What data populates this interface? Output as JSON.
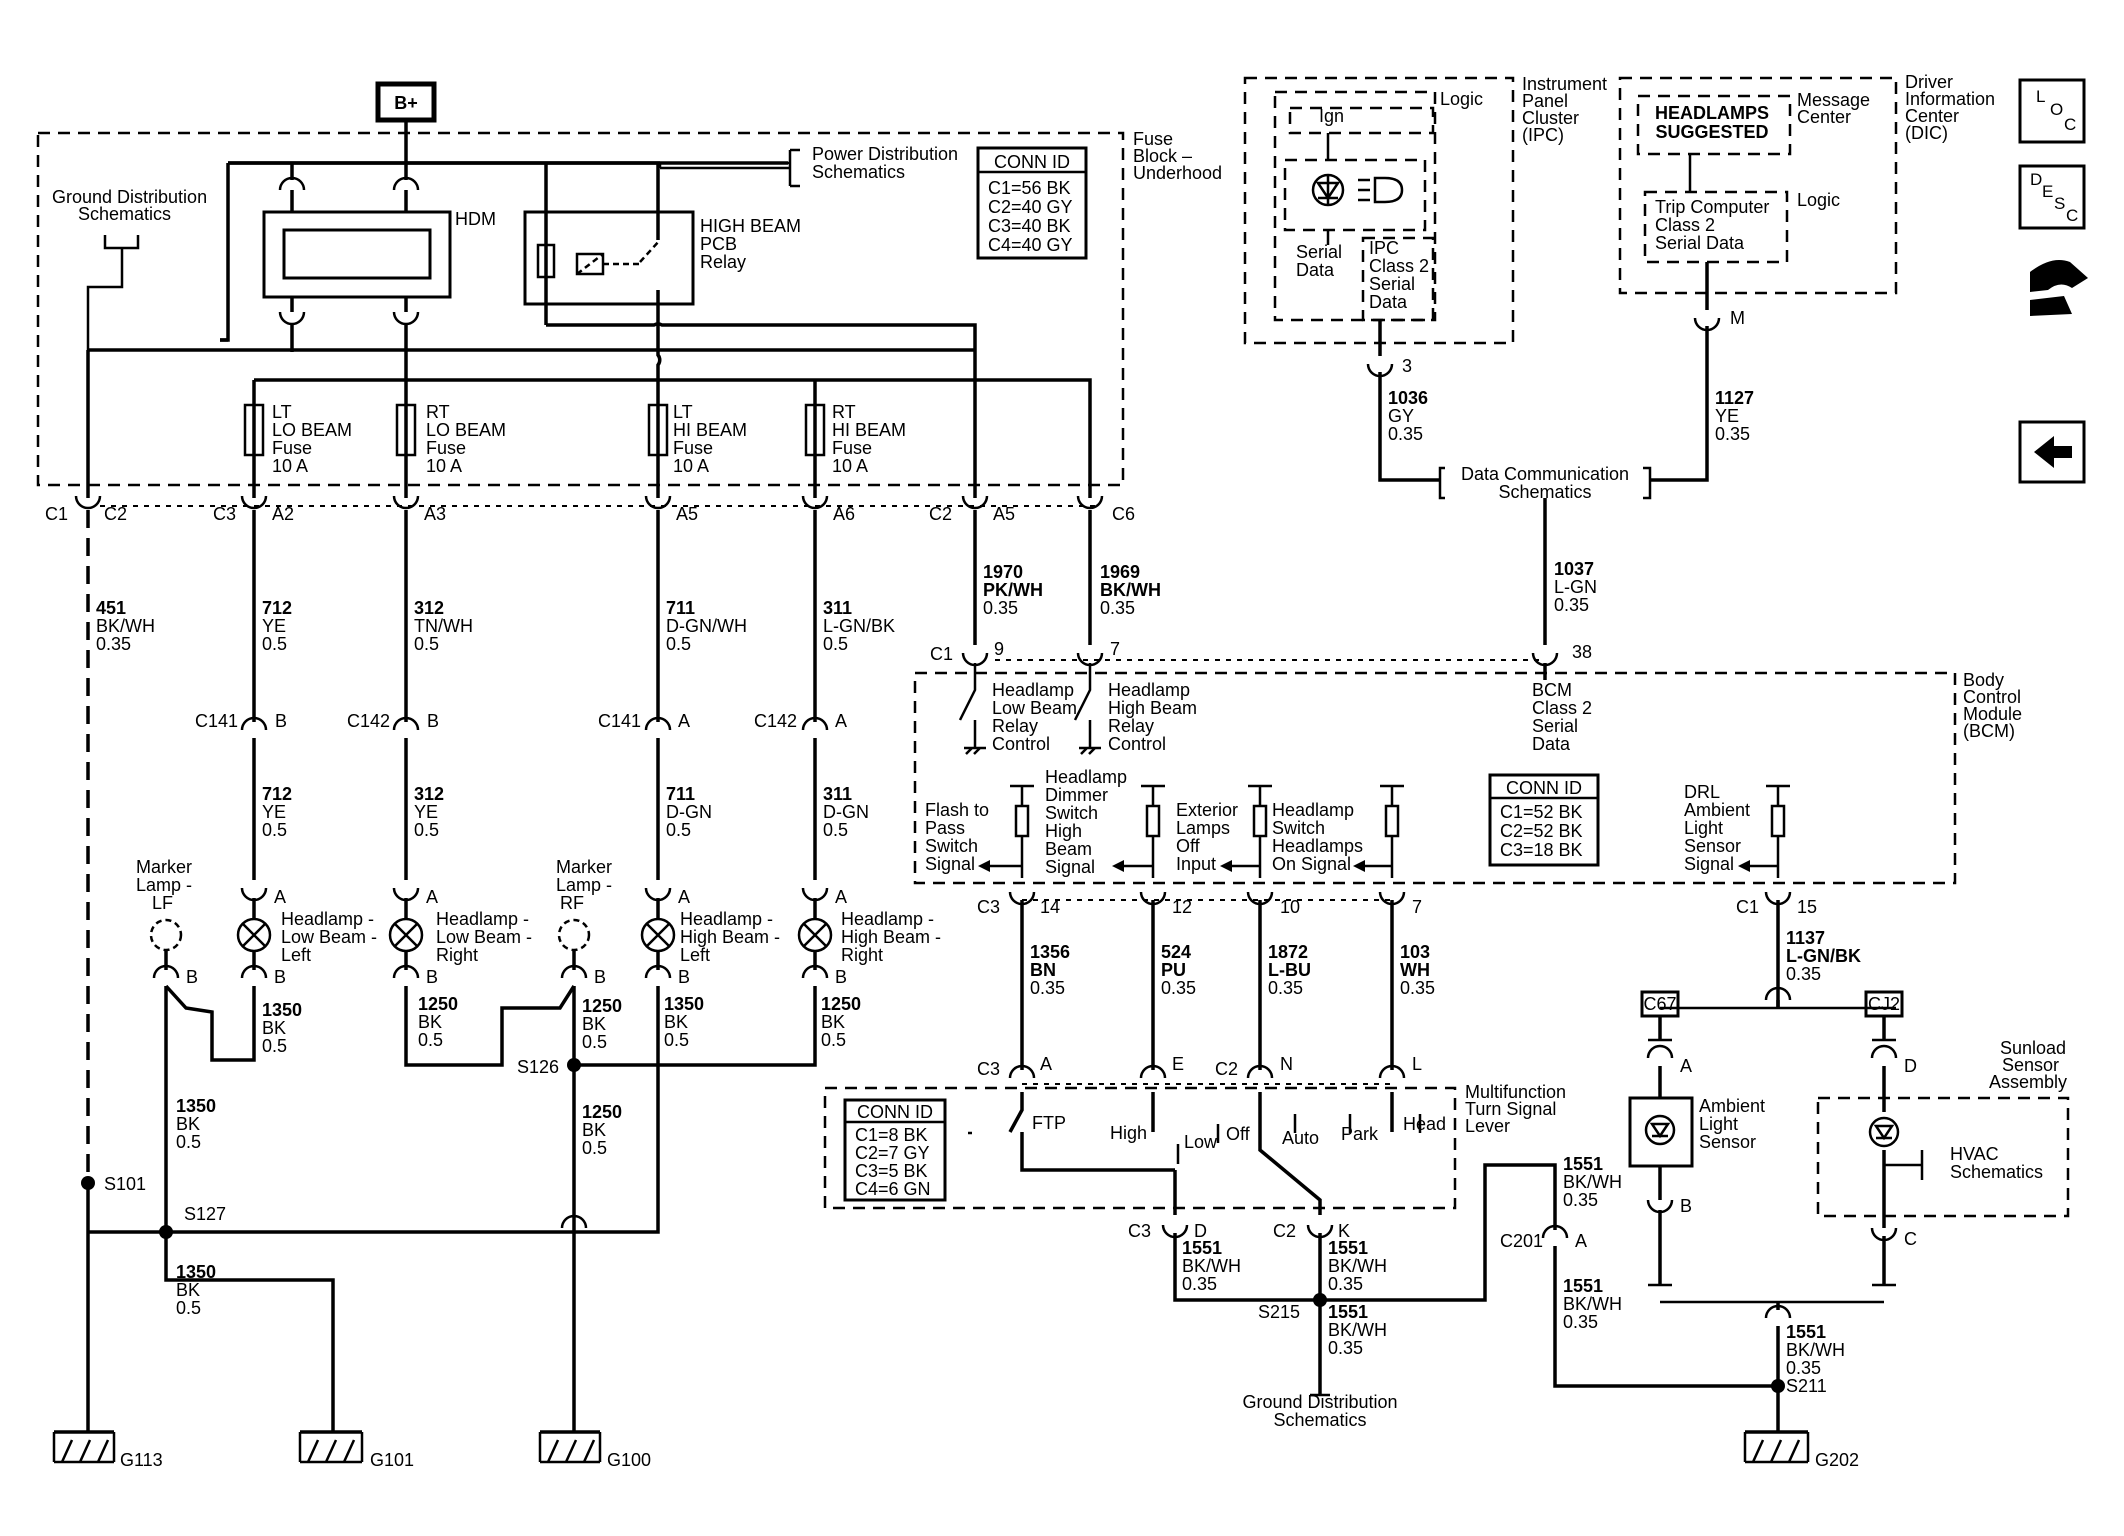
{
  "power": {
    "source": "B+"
  },
  "modules": {
    "fuse_block": "Fuse Block - Underhood",
    "ipc": "Instrument Panel Cluster (IPC)",
    "dic": "Driver Information Center (DIC)",
    "bcm": "Body Control Module (BCM)",
    "mfs": "Multifunction Turn Signal Lever",
    "sunload": "Sunload Sensor Assembly"
  },
  "fuse_block": {
    "hdm": "HDM",
    "relay": [
      "HIGH BEAM",
      "PCB",
      "Relay"
    ],
    "pds": [
      "Power Distribution",
      "Schematics"
    ],
    "gds": [
      "Ground Distribution",
      "Schematics"
    ],
    "conn_id": {
      "title": "CONN ID",
      "rows": [
        "C1=56 BK",
        "C2=40 GY",
        "C3=40 BK",
        "C4=40 GY"
      ]
    },
    "fuses": [
      {
        "l1": "LT",
        "l2": "LO BEAM",
        "l3": "Fuse",
        "l4": "10 A"
      },
      {
        "l1": "RT",
        "l2": "LO BEAM",
        "l3": "Fuse",
        "l4": "10 A"
      },
      {
        "l1": "LT",
        "l2": "HI BEAM",
        "l3": "Fuse",
        "l4": "10 A"
      },
      {
        "l1": "RT",
        "l2": "HI BEAM",
        "l3": "Fuse",
        "l4": "10 A"
      }
    ],
    "pins": [
      "C1",
      "C2",
      "C3",
      "A2",
      "A3",
      "A5",
      "A6",
      "C2",
      "A5",
      "C6"
    ]
  },
  "wires": {
    "w451": [
      "451",
      "BK/WH",
      "0.35"
    ],
    "w712a": [
      "712",
      "YE",
      "0.5"
    ],
    "w312a": [
      "312",
      "TN/WH",
      "0.5"
    ],
    "w711a": [
      "711",
      "D-GN/WH",
      "0.5"
    ],
    "w311a": [
      "311",
      "L-GN/BK",
      "0.5"
    ],
    "w712b": [
      "712",
      "YE",
      "0.5"
    ],
    "w312b": [
      "312",
      "YE",
      "0.5"
    ],
    "w711b": [
      "711",
      "D-GN",
      "0.5"
    ],
    "w311b": [
      "311",
      "D-GN",
      "0.5"
    ],
    "w1350a": [
      "1350",
      "BK",
      "0.5"
    ],
    "w1250a": [
      "1250",
      "BK",
      "0.5"
    ],
    "w1250b": [
      "1250",
      "BK",
      "0.5"
    ],
    "w1350b": [
      "1350",
      "BK",
      "0.5"
    ],
    "w1250c": [
      "1250",
      "BK",
      "0.5"
    ],
    "w1350c": [
      "1350",
      "BK",
      "0.5"
    ],
    "w1250d": [
      "1250",
      "BK",
      "0.5"
    ],
    "w1350d": [
      "1350",
      "BK",
      "0.5"
    ],
    "w1970": [
      "1970",
      "PK/WH",
      "0.35"
    ],
    "w1969": [
      "1969",
      "BK/WH",
      "0.35"
    ],
    "w1036": [
      "1036",
      "GY",
      "0.35"
    ],
    "w1127": [
      "1127",
      "YE",
      "0.35"
    ],
    "w1037": [
      "1037",
      "L-GN",
      "0.35"
    ],
    "w1356": [
      "1356",
      "BN",
      "0.35"
    ],
    "w524": [
      "524",
      "PU",
      "0.35"
    ],
    "w1872": [
      "1872",
      "L-BU",
      "0.35"
    ],
    "w103": [
      "103",
      "WH",
      "0.35"
    ],
    "w1137": [
      "1137",
      "L-GN/BK",
      "0.35"
    ],
    "w1551a": [
      "1551",
      "BK/WH",
      "0.35"
    ],
    "w1551b": [
      "1551",
      "BK/WH",
      "0.35"
    ],
    "w1551c": [
      "1551",
      "BK/WH",
      "0.35"
    ],
    "w1551d": [
      "1551",
      "BK/WH",
      "0.35"
    ],
    "w1551e": [
      "1551",
      "BK/WH",
      "0.35"
    ],
    "w1551f": [
      "1551",
      "BK/WH",
      "0.35"
    ]
  },
  "connectors": {
    "c141a": "C141",
    "c142a": "C142",
    "c141b": "C141",
    "c142b": "C142",
    "b": "B",
    "a": "A",
    "c201": "C201",
    "c67": "C67",
    "cj2": "CJ2"
  },
  "lamps": {
    "marker_lf": [
      "Marker",
      "Lamp -",
      "LF"
    ],
    "marker_rf": [
      "Marker",
      "Lamp -",
      "RF"
    ],
    "hl_lo_l": [
      "Headlamp -",
      "Low Beam -",
      "Left"
    ],
    "hl_lo_r": [
      "Headlamp -",
      "Low Beam -",
      "Right"
    ],
    "hl_hi_l": [
      "Headlamp -",
      "High Beam -",
      "Left"
    ],
    "hl_hi_r": [
      "Headlamp -",
      "High Beam -",
      "Right"
    ]
  },
  "splices": {
    "s101": "S101",
    "s127": "S127",
    "s126": "S126",
    "s215": "S215",
    "s211": "S211"
  },
  "grounds": {
    "g113": "G113",
    "g101": "G101",
    "g100": "G100",
    "g202": "G202"
  },
  "ipc": {
    "ign": "Ign",
    "logic": "Logic",
    "serial": [
      "Serial",
      "Data"
    ],
    "ipc_class2": [
      "IPC",
      "Class 2",
      "Serial",
      "Data"
    ],
    "pin": "3"
  },
  "dic": {
    "message": [
      "HEADLAMPS",
      "SUGGESTED"
    ],
    "mc": [
      "Message",
      "Center"
    ],
    "trip": [
      "Trip Computer",
      "Class 2",
      "Serial Data"
    ],
    "logic": "Logic",
    "pin": "M"
  },
  "dcs": [
    "Data Communication",
    "Schematics"
  ],
  "bcm": {
    "pins_top": [
      "C1",
      "9",
      "7",
      "38"
    ],
    "relays": [
      [
        "Headlamp",
        "Low Beam",
        "Relay",
        "Control"
      ],
      [
        "Headlamp",
        "High Beam",
        "Relay",
        "Control"
      ]
    ],
    "serial": [
      "BCM",
      "Class 2",
      "Serial",
      "Data"
    ],
    "inputs": [
      [
        "Flash to",
        "Pass",
        "Switch",
        "Signal"
      ],
      [
        "Headlamp",
        "Dimmer",
        "Switch",
        "High",
        "Beam",
        "Signal"
      ],
      [
        "Exterior",
        "Lamps",
        "Off",
        "Input"
      ],
      [
        "Headlamp",
        "Switch",
        "Headlamps",
        "On Signal"
      ],
      [
        "DRL",
        "Ambient",
        "Light",
        "Sensor",
        "Signal"
      ]
    ],
    "conn_id": {
      "title": "CONN ID",
      "rows": [
        "C1=52 BK",
        "C2=52 BK",
        "C3=18 BK"
      ]
    },
    "pins_bottom": [
      "C3",
      "14",
      "12",
      "10",
      "7",
      "C1",
      "15"
    ]
  },
  "mfs": {
    "pins_top": [
      "C3",
      "A",
      "E",
      "C2",
      "N",
      "L"
    ],
    "conn_id": {
      "title": "CONN ID",
      "rows": [
        "C1=8 BK",
        "C2=7 GY",
        "C3=5 BK",
        "C4=6 GN"
      ]
    },
    "positions": [
      "FTP",
      "High",
      "Low",
      "Off",
      "Auto",
      "Park",
      "Head"
    ],
    "pins_bottom": [
      "C3",
      "D",
      "C2",
      "K"
    ]
  },
  "sensors": {
    "ambient": [
      "Ambient",
      "Light",
      "Sensor"
    ],
    "hvac": [
      "HVAC",
      "Schematics"
    ],
    "pins": [
      "A",
      "B",
      "D",
      "C"
    ]
  },
  "nav": {
    "loc": [
      "L",
      "O",
      "C"
    ],
    "desc": [
      "D",
      "E",
      "S",
      "C"
    ]
  }
}
